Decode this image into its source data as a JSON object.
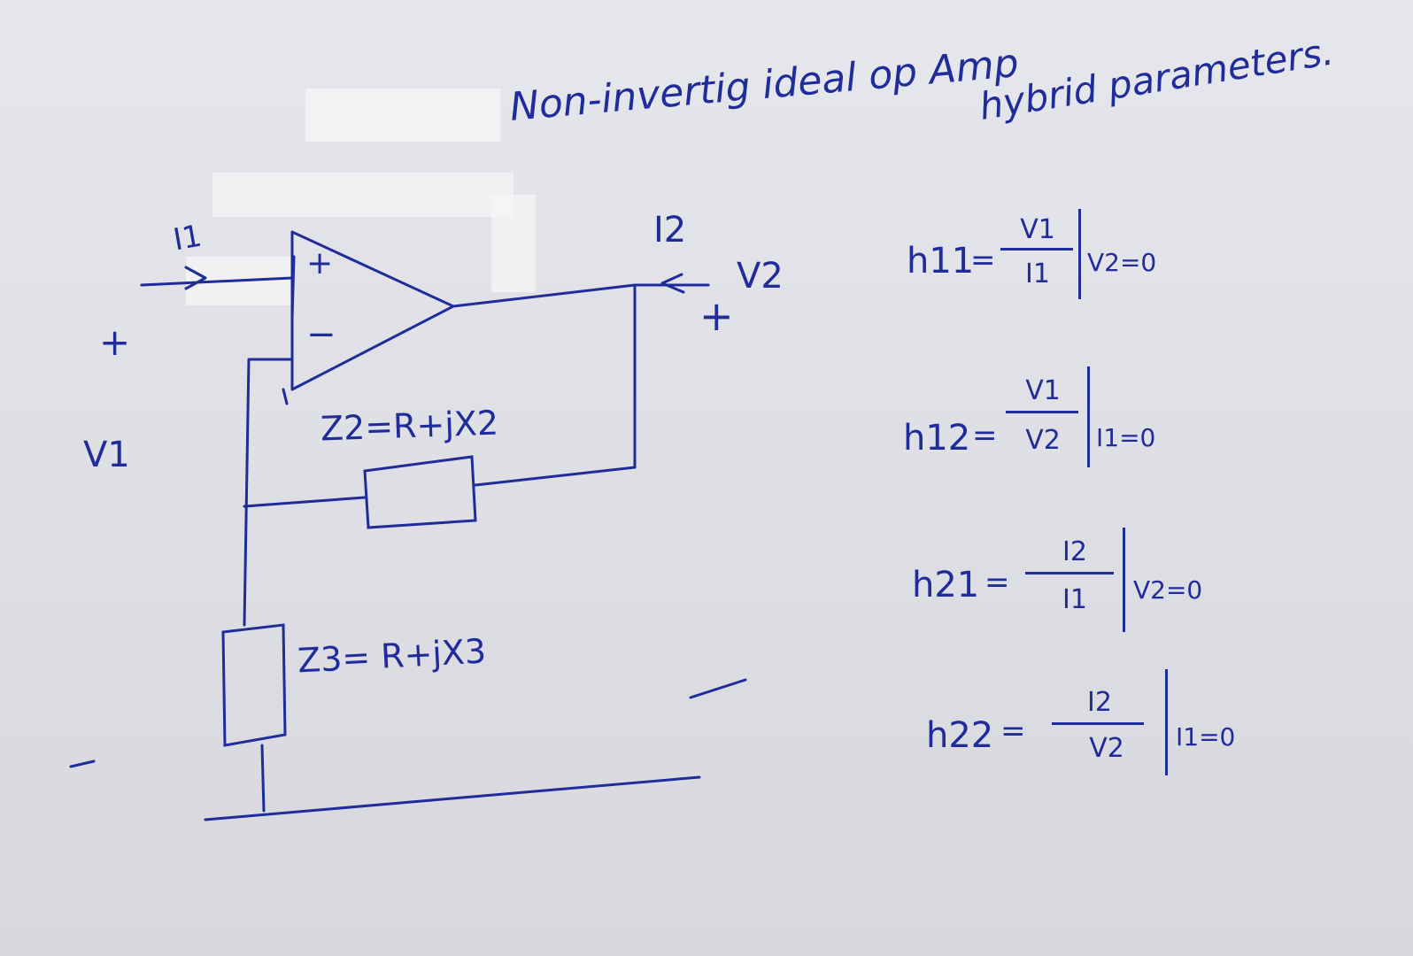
{
  "title": {
    "main": "Non-invertig ideal op Amp",
    "sub": "hybrid parameters."
  },
  "circuit": {
    "current_in": "I1",
    "current_out": "I2",
    "v1_label": "V1",
    "v2_label": "V2",
    "plus_sign": "+",
    "minus_sign": "−",
    "opamp_plus": "+",
    "opamp_minus": "−",
    "z2_label": "Z2=R+jX2",
    "z3_label": "Z3= R+jX3"
  },
  "equations": [
    {
      "lhs": "h11",
      "num": "V1",
      "den": "I1",
      "cond": "V2=0"
    },
    {
      "lhs": "h12",
      "num": "V1",
      "den": "V2",
      "cond": "I1=0"
    },
    {
      "lhs": "h21",
      "num": "I2",
      "den": "I1",
      "cond": "V2=0"
    },
    {
      "lhs": "h22",
      "num": "I2",
      "den": "V2",
      "cond": "I1=0"
    }
  ],
  "colors": {
    "ink": "#1f2c9a",
    "paper": "#e2e3e8"
  }
}
